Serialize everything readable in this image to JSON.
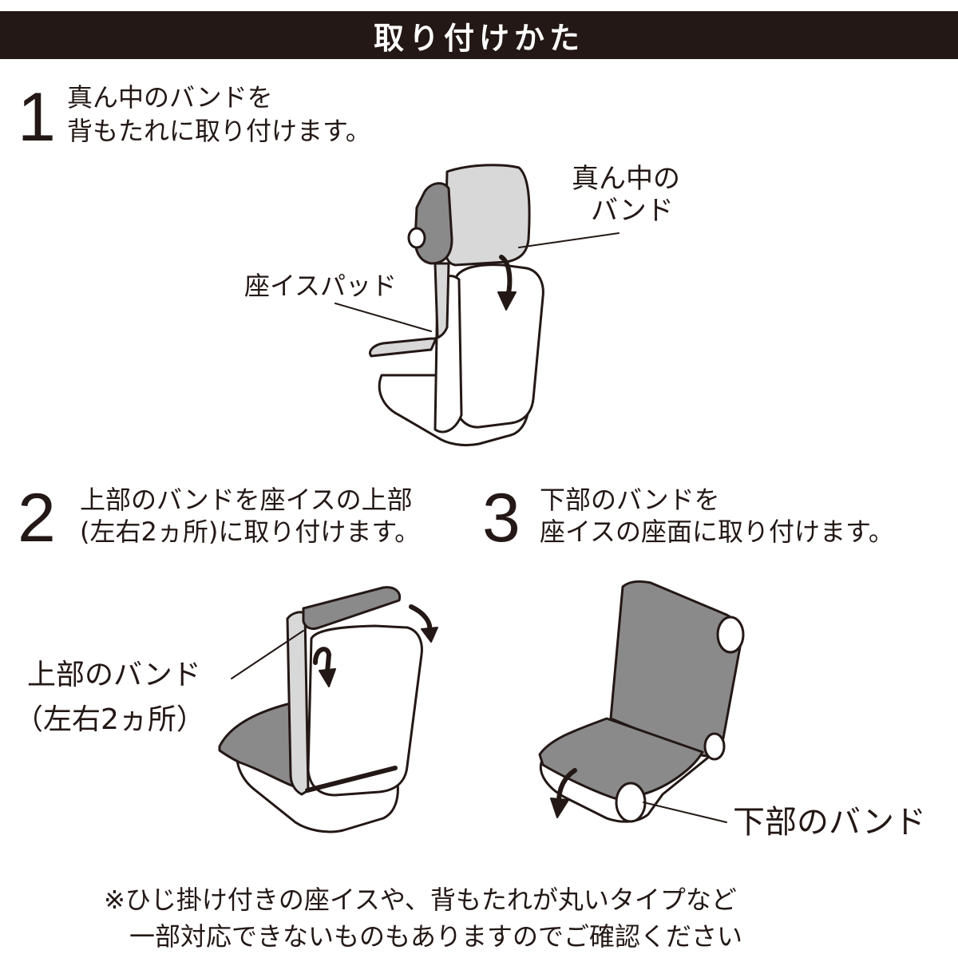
{
  "header": {
    "title": "取り付けかた"
  },
  "steps": [
    {
      "number": "1",
      "line1": "真ん中のバンドを",
      "line2": "背もたれに取り付けます。"
    },
    {
      "number": "2",
      "line1": "上部のバンドを座イスの上部",
      "line2": "(左右2ヵ所)に取り付けます。"
    },
    {
      "number": "3",
      "line1": "下部のバンドを",
      "line2": "座イスの座面に取り付けます。"
    }
  ],
  "labels": {
    "middle_band_1": "真ん中の",
    "middle_band_2": "バンド",
    "seat_pad": "座イスパッド",
    "upper_band_1": "上部のバンド",
    "upper_band_2": "（左右2ヵ所）",
    "lower_band": "下部のバンド"
  },
  "note": {
    "line1": "※ひじ掛け付きの座イスや、背もたれが丸いタイプなど",
    "line2": "一部対応できないものもありますのでご確認ください"
  },
  "colors": {
    "ink": "#231815",
    "pad_gray": "#8a8a8a",
    "light_gray": "#d8d8d8",
    "background": "#ffffff"
  }
}
